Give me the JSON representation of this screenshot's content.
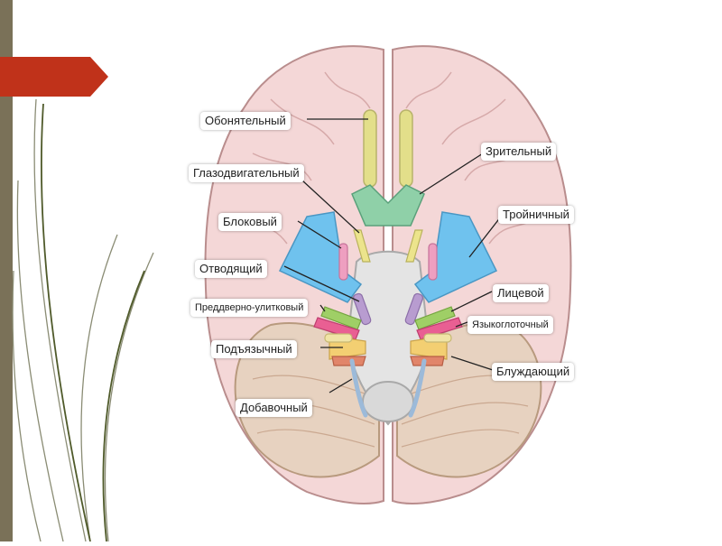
{
  "slide": {
    "background": "#ffffff",
    "sidebar_color": "#7a7158",
    "tab_color": "#c0321a"
  },
  "labels": {
    "olfactory": "Обонятельный",
    "optic": "Зрительный",
    "oculomotor": "Глазодвигательный",
    "trochlear": "Блоковый",
    "trigeminal": "Тройничный",
    "abducens": "Отводящий",
    "facial": "Лицевой",
    "vestibulocochlear": "Преддверно-улитковый",
    "glossopharyngeal": "Языкоглоточный",
    "hypoglossal": "Подъязычный",
    "vagus": "Блуждающий",
    "accessory": "Добавочный"
  },
  "nerve_colors": {
    "olfactory": "#e3df8a",
    "optic": "#8fd0a8",
    "oculomotor": "#ece48c",
    "trochlear": "#ee9fc0",
    "trigeminal": "#6fc2ee",
    "abducens": "#b89cd0",
    "facial": "#9fcf66",
    "vestibulocochlear": "#e95f93",
    "glossopharyngeal": "#f3cf72",
    "hypoglossal": "#f0e4a6",
    "vagus": "#e1856a",
    "accessory": "#9cbad9"
  }
}
